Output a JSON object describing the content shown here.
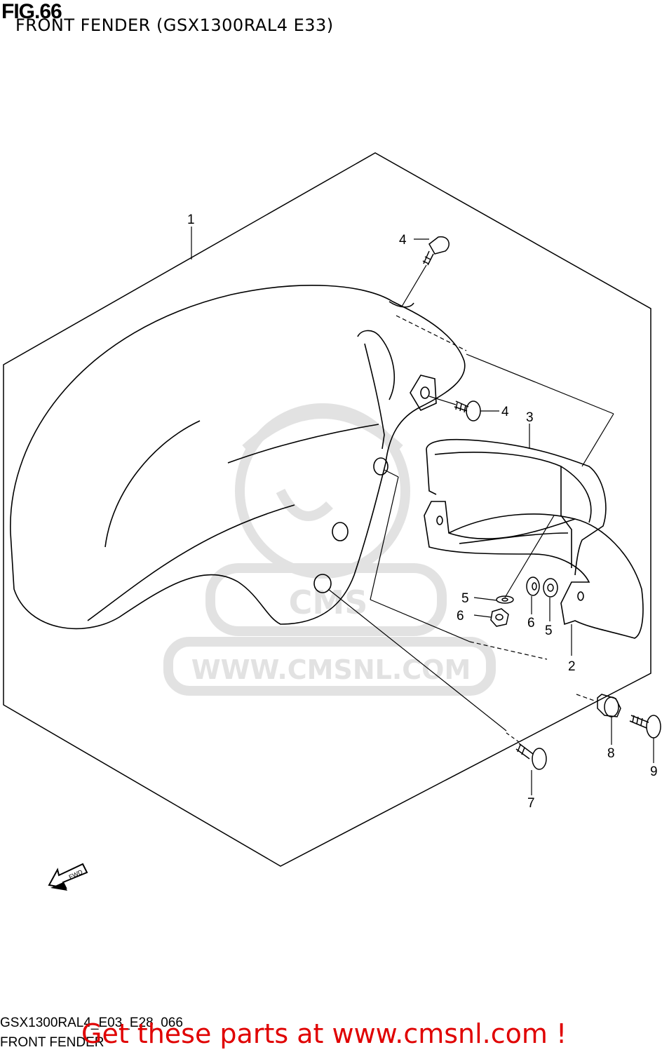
{
  "figure": {
    "number": "FIG.66",
    "title": "FRONT FENDER (GSX1300RAL4 E33)"
  },
  "watermark": {
    "logo_text": "CMS",
    "url_text": "WWW.CMSNL.COM"
  },
  "direction_label": "FWD",
  "callouts": [
    {
      "id": "callout-1",
      "label": "1"
    },
    {
      "id": "callout-2",
      "label": "2"
    },
    {
      "id": "callout-3",
      "label": "3"
    },
    {
      "id": "callout-4a",
      "label": "4"
    },
    {
      "id": "callout-4b",
      "label": "4"
    },
    {
      "id": "callout-5a",
      "label": "5"
    },
    {
      "id": "callout-5b",
      "label": "5"
    },
    {
      "id": "callout-6a",
      "label": "6"
    },
    {
      "id": "callout-6b",
      "label": "6"
    },
    {
      "id": "callout-7",
      "label": "7"
    },
    {
      "id": "callout-8",
      "label": "8"
    },
    {
      "id": "callout-9",
      "label": "9"
    }
  ],
  "footer": {
    "diagram_code": "GSX1300RAL4_E03_E28_066",
    "section_name": "FRONT FENDER",
    "promo": "Get these parts at www.cmsnl.com !"
  },
  "colors": {
    "line": "#000000",
    "watermark": "#e2e2e2",
    "promo": "#e00000"
  }
}
